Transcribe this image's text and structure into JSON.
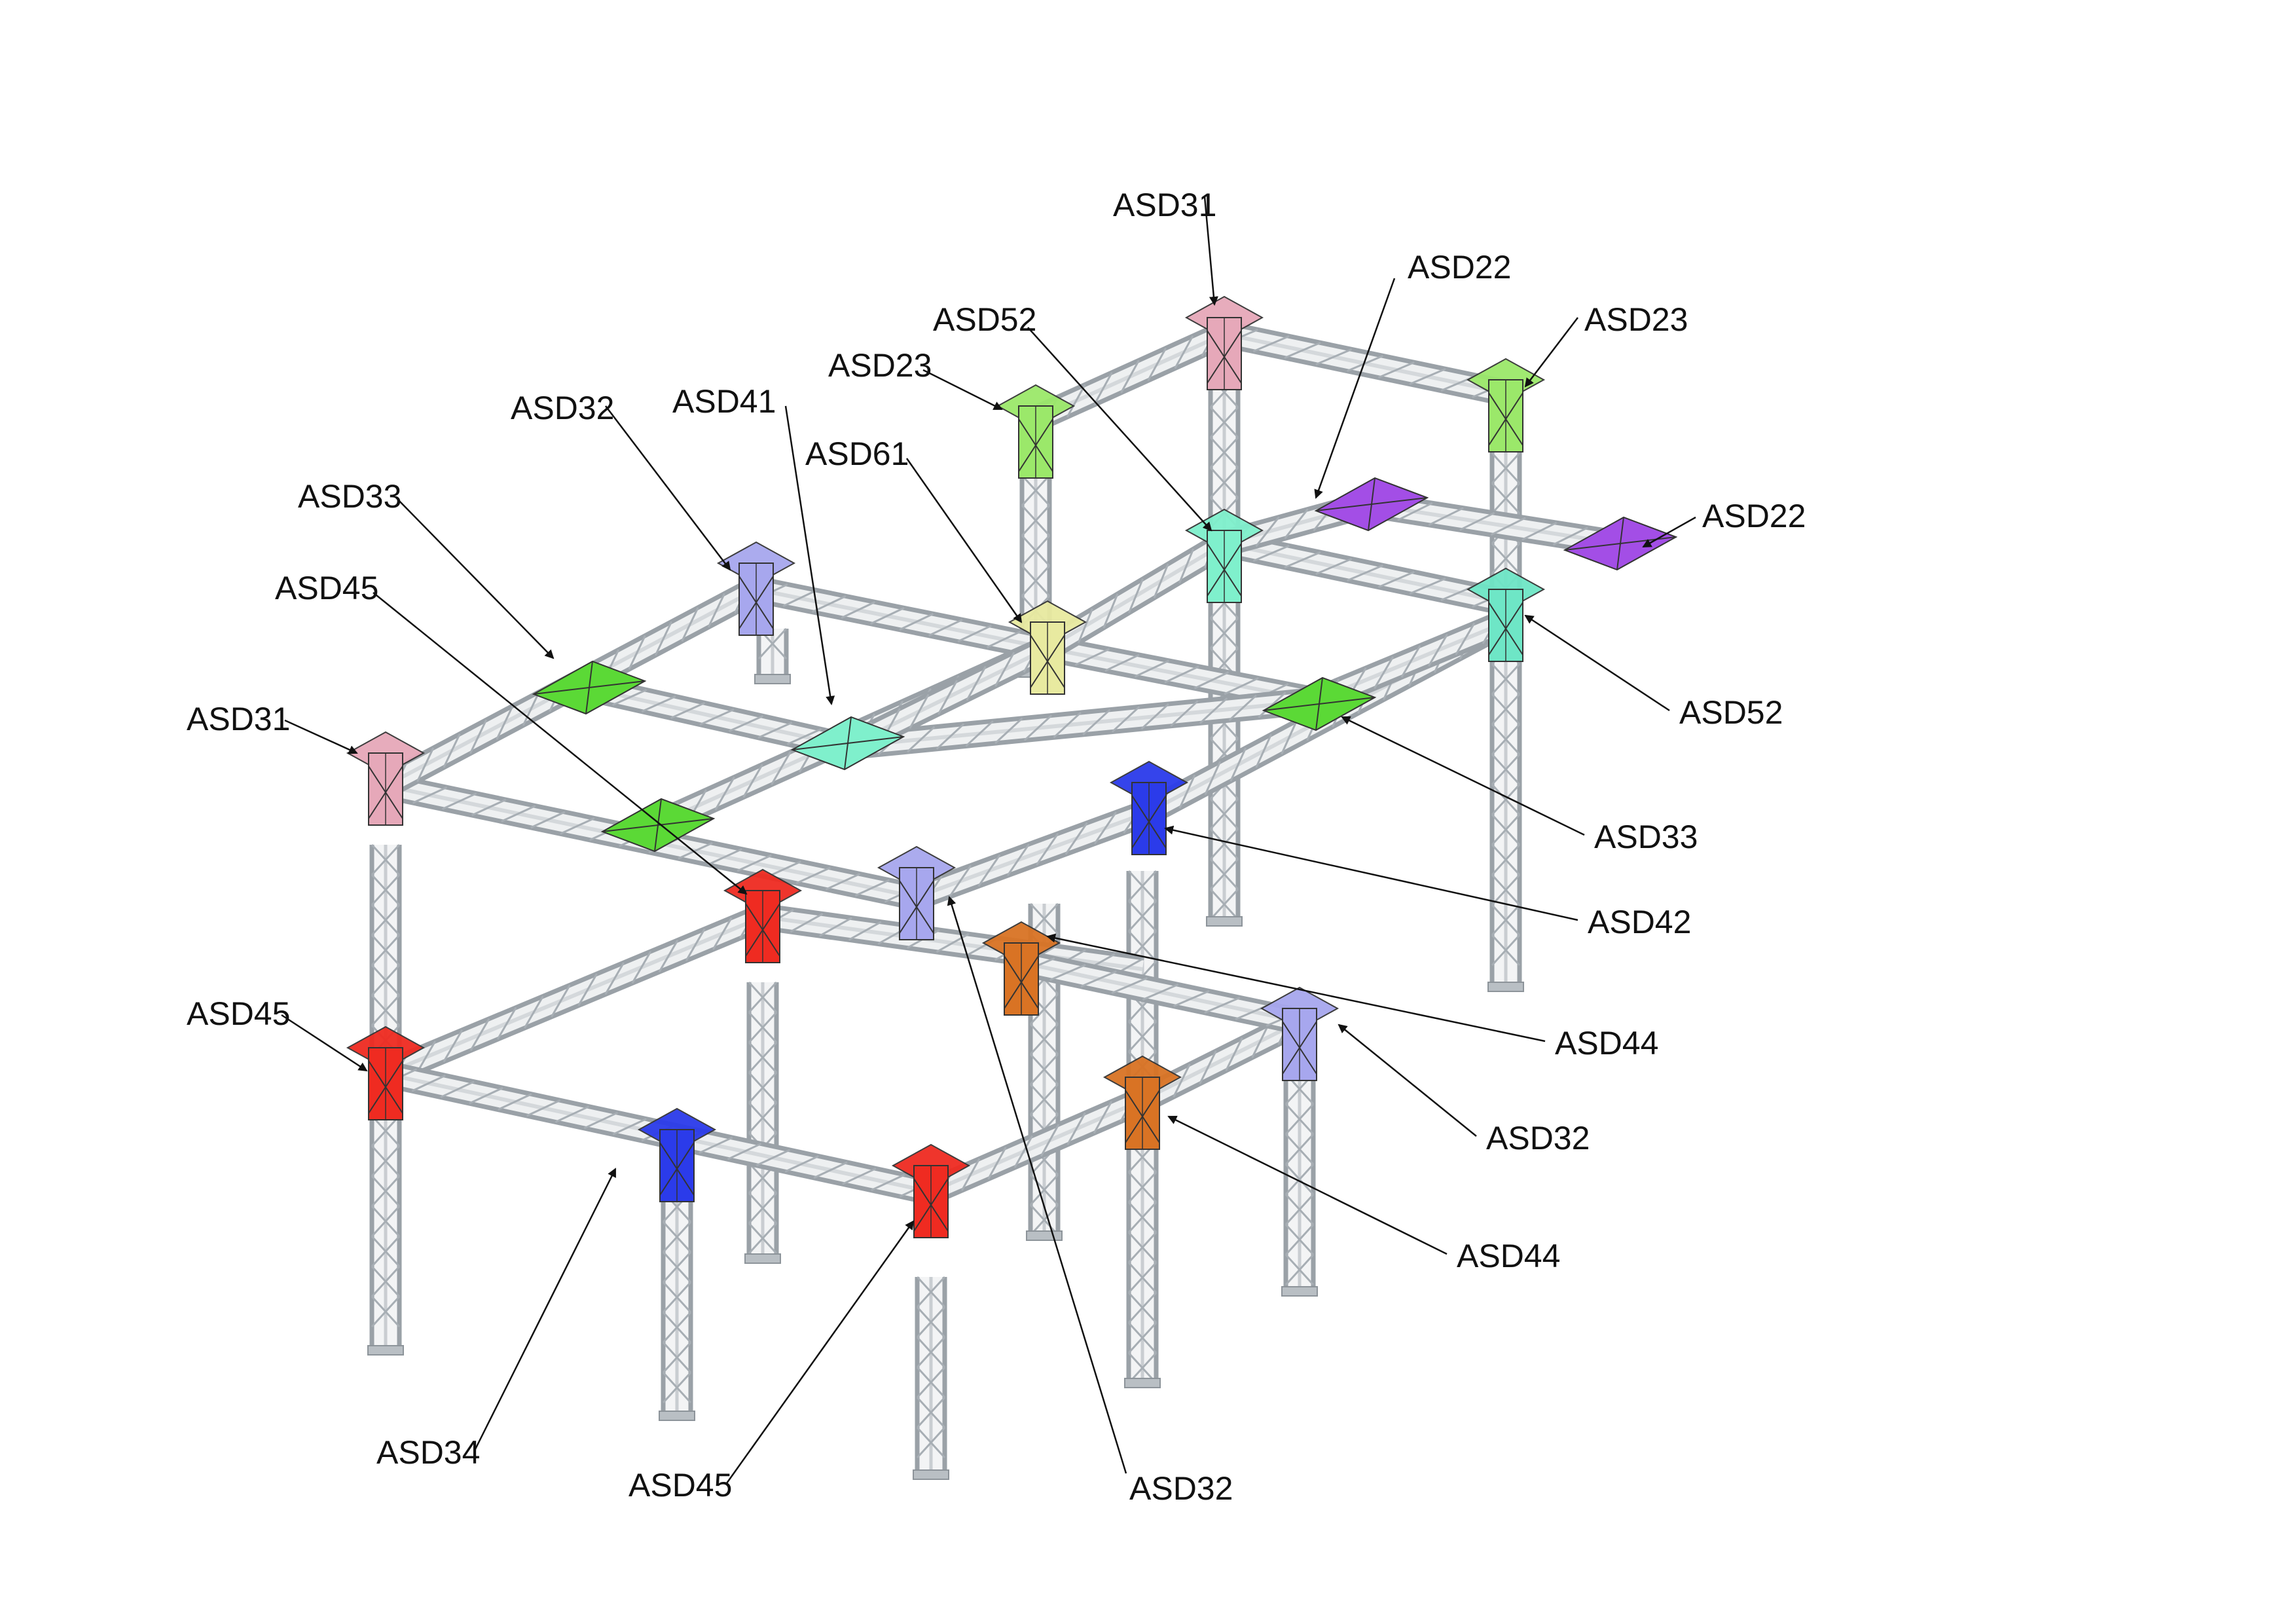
{
  "colors": {
    "pink": "#e6a8b9",
    "green": "#5bd936",
    "light_green": "#9be86a",
    "mint": "#7ff0cc",
    "teal": "#6ee6c6",
    "pale_yellow": "#e8eaa0",
    "lavender": "#a7a7ee",
    "blue": "#2b3bea",
    "red": "#ef2b21",
    "orange": "#d97324",
    "purple": "#a34ee6",
    "truss": "#c3c8cc"
  },
  "labels": [
    {
      "id": "asd31-top",
      "text": "ASD31",
      "connector": "pink"
    },
    {
      "id": "asd22-top",
      "text": "ASD22",
      "connector": "purple"
    },
    {
      "id": "asd23-right",
      "text": "ASD23",
      "connector": "light_green"
    },
    {
      "id": "asd52-top",
      "text": "ASD52",
      "connector": "mint"
    },
    {
      "id": "asd23-left",
      "text": "ASD23",
      "connector": "light_green"
    },
    {
      "id": "asd22-right",
      "text": "ASD22",
      "connector": "purple"
    },
    {
      "id": "asd32-top",
      "text": "ASD32",
      "connector": "lavender"
    },
    {
      "id": "asd41",
      "text": "ASD41",
      "connector": "mint"
    },
    {
      "id": "asd61",
      "text": "ASD61",
      "connector": "pale_yellow"
    },
    {
      "id": "asd33-left",
      "text": "ASD33",
      "connector": "green"
    },
    {
      "id": "asd45-top",
      "text": "ASD45",
      "connector": "red"
    },
    {
      "id": "asd52-right",
      "text": "ASD52",
      "connector": "teal"
    },
    {
      "id": "asd31-left",
      "text": "ASD31",
      "connector": "pink"
    },
    {
      "id": "asd33-right",
      "text": "ASD33",
      "connector": "green"
    },
    {
      "id": "asd42",
      "text": "ASD42",
      "connector": "blue"
    },
    {
      "id": "asd45-left",
      "text": "ASD45",
      "connector": "red"
    },
    {
      "id": "asd44-top",
      "text": "ASD44",
      "connector": "orange"
    },
    {
      "id": "asd32-right",
      "text": "ASD32",
      "connector": "lavender"
    },
    {
      "id": "asd44-bottom",
      "text": "ASD44",
      "connector": "orange"
    },
    {
      "id": "asd34",
      "text": "ASD34",
      "connector": "blue"
    },
    {
      "id": "asd45-bottom",
      "text": "ASD45",
      "connector": "red"
    },
    {
      "id": "asd32-bottom",
      "text": "ASD32",
      "connector": "lavender"
    }
  ]
}
